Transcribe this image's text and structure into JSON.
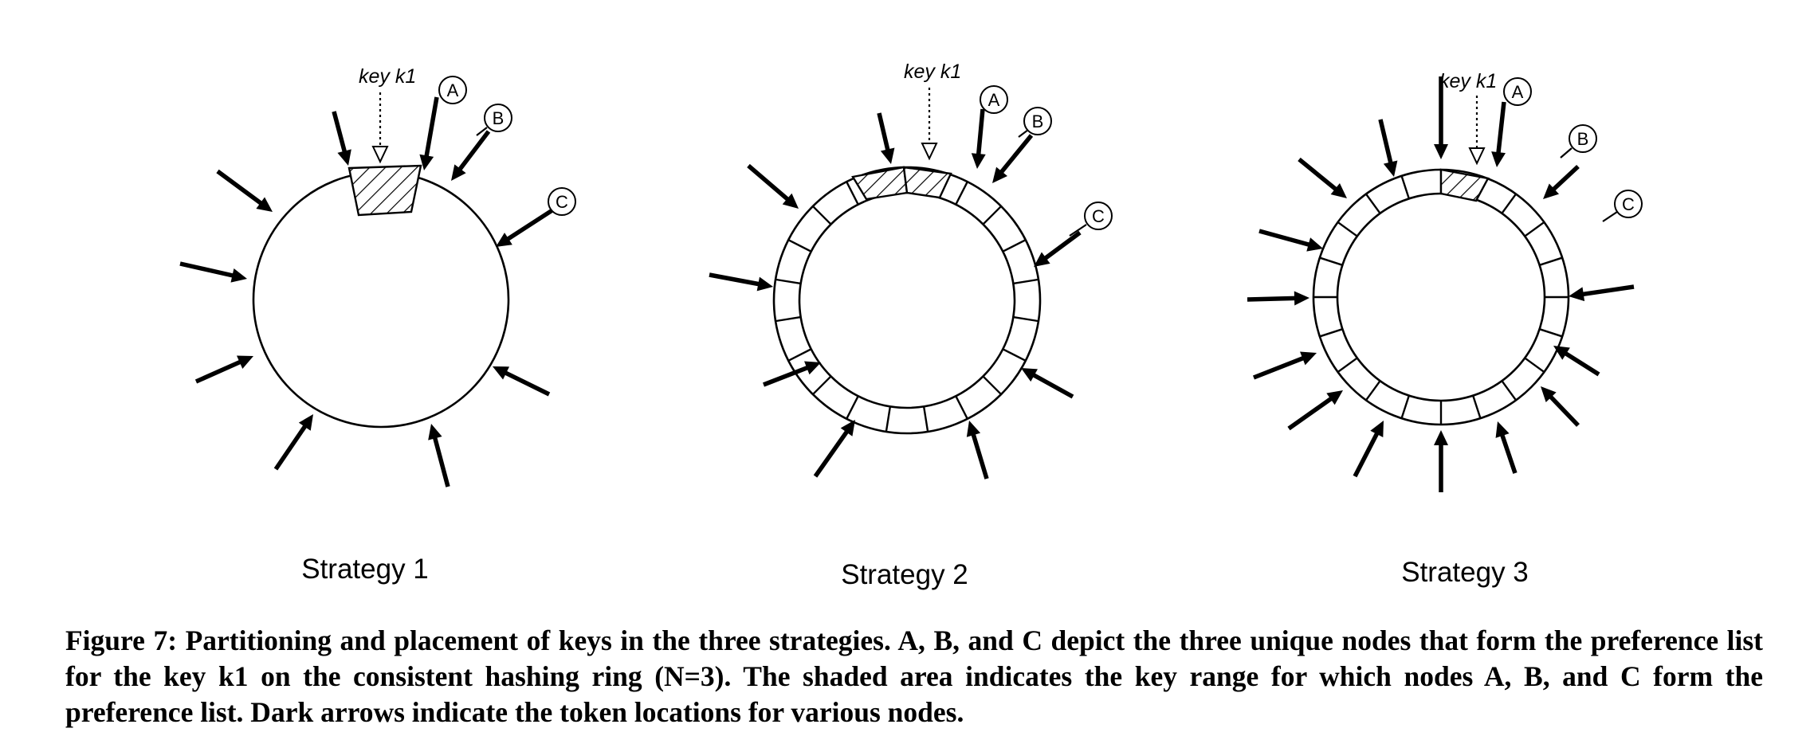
{
  "figure": {
    "strategies": [
      {
        "label": "Strategy 1",
        "key_label": "key k1",
        "nodes": [
          "A",
          "B",
          "C"
        ]
      },
      {
        "label": "Strategy 2",
        "key_label": "key k1",
        "nodes": [
          "A",
          "B",
          "C"
        ]
      },
      {
        "label": "Strategy 3",
        "key_label": "key k1",
        "nodes": [
          "A",
          "B",
          "C"
        ]
      }
    ]
  },
  "caption": {
    "text": "Figure 7: Partitioning and placement of keys in the three strategies. A, B, and C depict the three unique nodes that form the preference list for the key k1 on the consistent hashing ring (N=3). The shaded area indicates the key range for which nodes A, B, and C form the preference list. Dark arrows indicate the token locations for various nodes."
  }
}
